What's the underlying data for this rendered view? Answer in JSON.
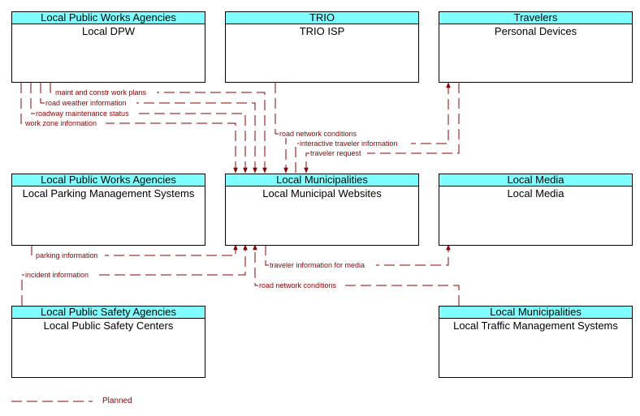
{
  "boxes": {
    "local_dpw": {
      "header": "Local Public Works Agencies",
      "name": "Local DPW"
    },
    "trio_isp": {
      "header": "TRIO",
      "name": "TRIO ISP"
    },
    "personal_devices": {
      "header": "Travelers",
      "name": "Personal Devices"
    },
    "local_parking": {
      "header": "Local Public Works Agencies",
      "name": "Local Parking Management Systems"
    },
    "local_websites": {
      "header": "Local Municipalities",
      "name": "Local Municipal Websites"
    },
    "local_media": {
      "header": "Local Media",
      "name": "Local Media"
    },
    "public_safety": {
      "header": "Local Public Safety Agencies",
      "name": "Local Public Safety Centers"
    },
    "traffic_mgmt": {
      "header": "Local Municipalities",
      "name": "Local Traffic Management Systems"
    }
  },
  "flows": {
    "maint_constr": "maint and constr work plans",
    "road_weather": "road weather information",
    "roadway_maint": "roadway maintenance status",
    "work_zone": "work zone information",
    "road_network_trio": "road network conditions",
    "interactive_traveler": "interactive traveler information",
    "traveler_request": "traveler request",
    "parking_info": "parking information",
    "traveler_info_media": "traveler information for media",
    "incident_info": "incident information",
    "road_network_tms": "road network conditions"
  },
  "legend": {
    "label": "Planned"
  },
  "colors": {
    "header_fill": "#7fffff",
    "flow_line": "#8b0000"
  }
}
